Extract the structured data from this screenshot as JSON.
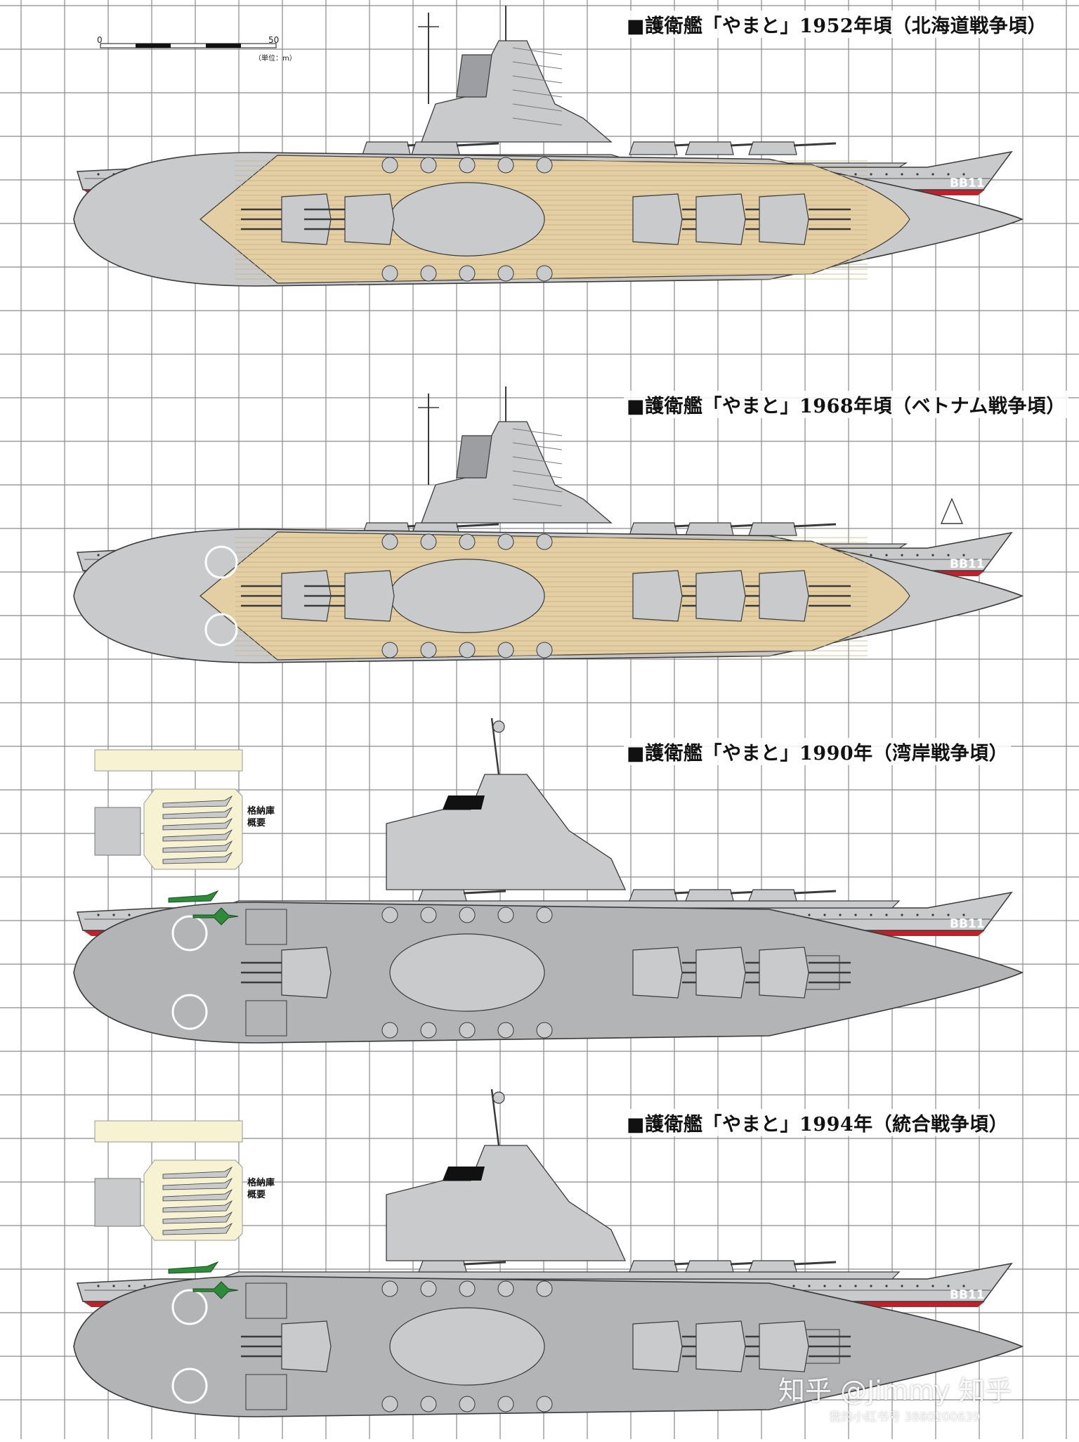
{
  "scale": {
    "start": "0",
    "end": "50",
    "unit": "（単位：m）"
  },
  "hull_number": "BB11",
  "hangar_label_line1": "格納庫",
  "hangar_label_line2": "概要",
  "sections": [
    {
      "title": "■護衛艦「やまと」1952年頃（北海道戦争頃）",
      "deck": "wood",
      "variant": "1952"
    },
    {
      "title": "■護衛艦「やまと」1968年頃（ベトナム戦争頃）",
      "deck": "wood",
      "variant": "1968"
    },
    {
      "title": "■護衛艦「やまと」1990年（湾岸戦争頃）",
      "deck": "grey",
      "variant": "1990"
    },
    {
      "title": "■護衛艦「やまと」1994年（統合戦争頃）",
      "deck": "grey",
      "variant": "1994"
    }
  ],
  "watermark": {
    "main": "知乎 @Jimmy 知乎",
    "sub": "我的小红书号 3880200639"
  },
  "colors": {
    "grid": "#8a8a8a",
    "hull": "#c9cacc",
    "hull_dark": "#9d9ea1",
    "outline": "#3a3a3a",
    "boot_top": "#c81e2a",
    "wood_deck": "#e3cfa3",
    "wood_line": "#c7ad7c",
    "grey_deck": "#b3b4b6",
    "hangar_fill": "#f7f2d2",
    "aircraft_green": "#2e8b3a",
    "funnel_cap": "#111111"
  }
}
